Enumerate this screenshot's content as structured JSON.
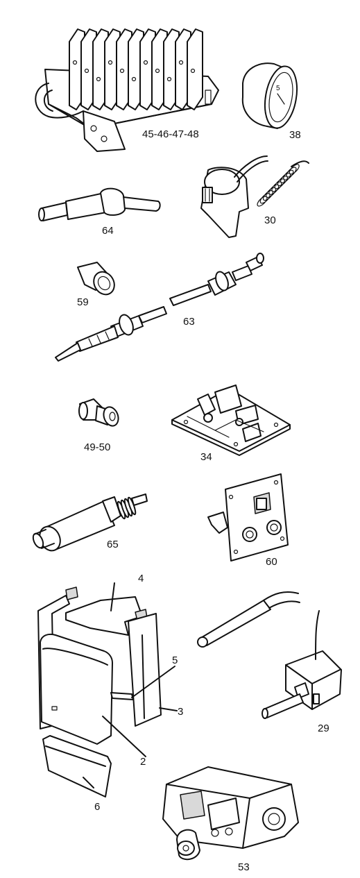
{
  "diagram": {
    "part_labels": {
      "burner": "45-46-47-48",
      "gauge": "38",
      "sensor_probe": "64",
      "pressure_switch": "30",
      "sleeve": "59",
      "thermocouple": "63",
      "injector": "49-50",
      "circuit_board": "34",
      "spark_electrode": "65",
      "control_panel": "60",
      "casing_top": "4",
      "casing_strut": "5",
      "casing_side": "3",
      "casing_front": "2",
      "casing_bottom": "6",
      "thermostat": "29",
      "gas_valve": "53"
    }
  }
}
